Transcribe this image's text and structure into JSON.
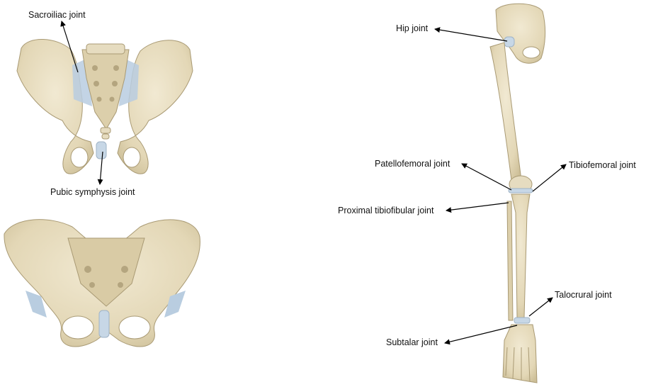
{
  "labels": {
    "sacroiliac": "Sacroiliac joint",
    "pubic_symphysis": "Pubic symphysis joint",
    "hip": "Hip joint",
    "patellofemoral": "Patellofemoral joint",
    "tibiofemoral": "Tibiofemoral joint",
    "proximal_tibiofibular": "Proximal tibiofibular joint",
    "talocrural": "Talocrural joint",
    "subtalar": "Subtalar joint"
  },
  "colors": {
    "bone": "#e6dcc0",
    "bone_shade": "#cbbf9c",
    "bone_outline": "#a99a74",
    "cartilage": "#c7d7e6",
    "ligament": "#b9cde0",
    "arrow": "#000000"
  }
}
